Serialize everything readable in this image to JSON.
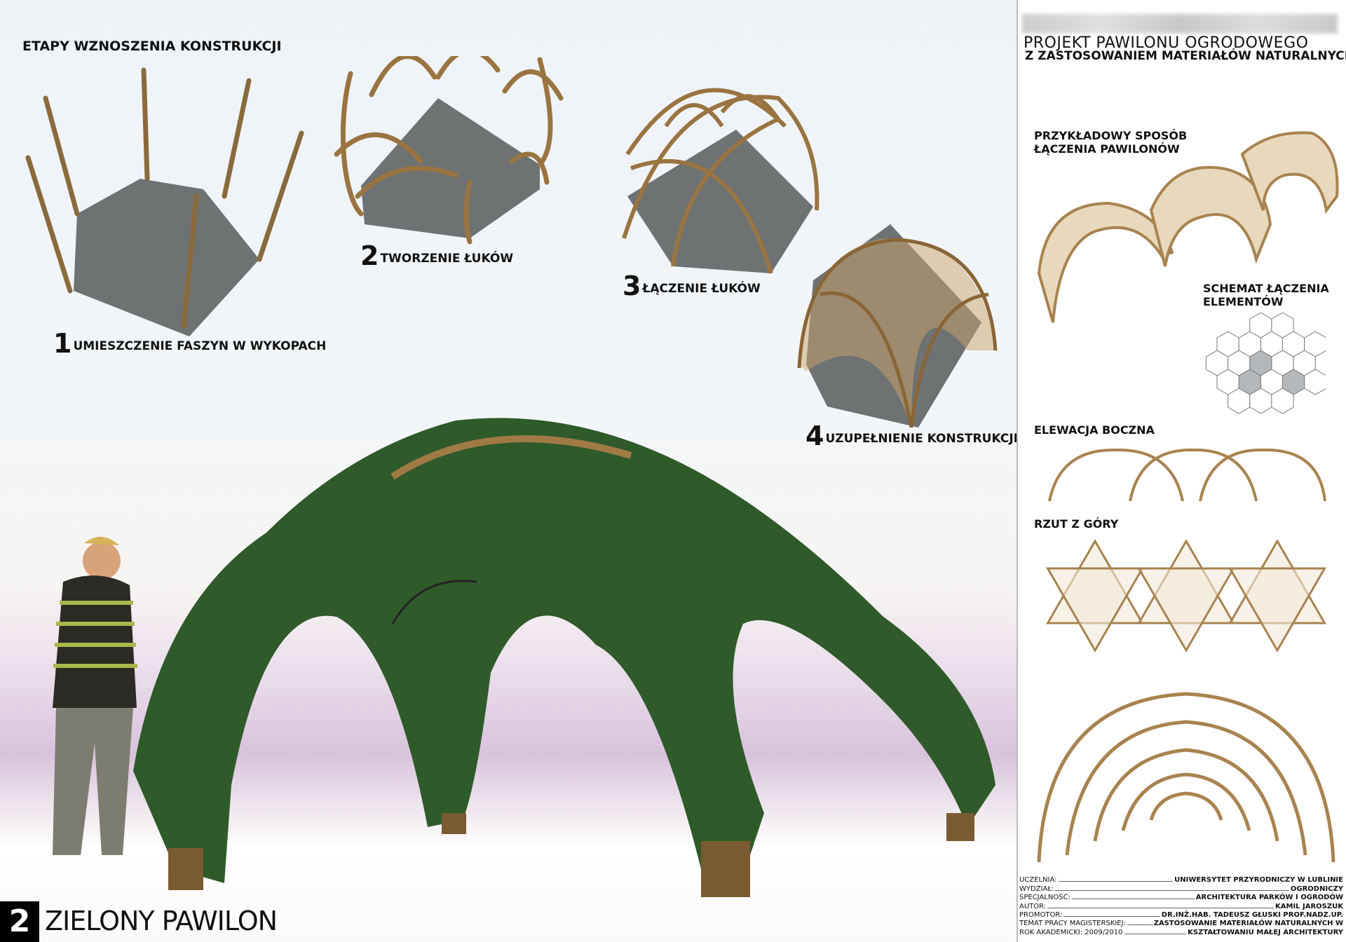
{
  "stages": {
    "heading": "ETAPY WZNOSZENIA KONSTRUKCJI",
    "steps": [
      {
        "num": "1",
        "label": "UMIESZCZENIE FASZYN W WYKOPACH"
      },
      {
        "num": "2",
        "label": "TWORZENIE ŁUKÓW"
      },
      {
        "num": "3",
        "label": "ŁĄCZENIE ŁUKÓW"
      },
      {
        "num": "4",
        "label": "UZUPEŁNIENIE KONSTRUKCJI"
      }
    ]
  },
  "board": {
    "num": "2",
    "title": "ZIELONY PAWILON"
  },
  "panel": {
    "title1": "PROJEKT PAWILONU OGRODOWEGO",
    "title2": "Z ZASTOSOWANIEM MATERIAŁÓW NATURALNYCH",
    "example_label": [
      "PRZYKŁADOWY SPOSÓB",
      "ŁĄCZENIA PAWILONÓW"
    ],
    "scheme_label": [
      "SCHEMAT ŁĄCZENIA",
      "ELEMENTÓW"
    ],
    "elevation_label": "ELEWACJA BOCZNA",
    "plan_label": "RZUT Z GÓRY",
    "info": [
      {
        "key": "UCZELNIA:",
        "value": "UNIWERSYTET PRZYRODNICZY W LUBLINIE"
      },
      {
        "key": "WYDZIAŁ:",
        "value": "OGRODNICZY"
      },
      {
        "key": "SPECJALNOŚĆ:",
        "value": "ARCHITEKTURA PARKÓW I OGRODÓW"
      },
      {
        "key": "AUTOR:",
        "value": "KAMIL JAROSZUK"
      },
      {
        "key": "PROMOTOR:",
        "value": "DR.INŻ.HAB. TADEUSZ GŁUSKI PROF.NADZ.UP."
      },
      {
        "key": "TEMAT PRACY MAGISTERSKIEJ:",
        "value": "ZASTOSOWANIE MATERIAŁÓW NATURALNYCH W"
      },
      {
        "key": "ROK AKADEMICKI:   2009/2010",
        "value": "KSZTAŁTOWANIU  MAŁEJ ARCHITEKTURY"
      }
    ]
  },
  "colors": {
    "wood": "#a07a45",
    "floor": "#6e7273",
    "green": "#2f5a2a",
    "hexfill": "#b5b8ba"
  }
}
